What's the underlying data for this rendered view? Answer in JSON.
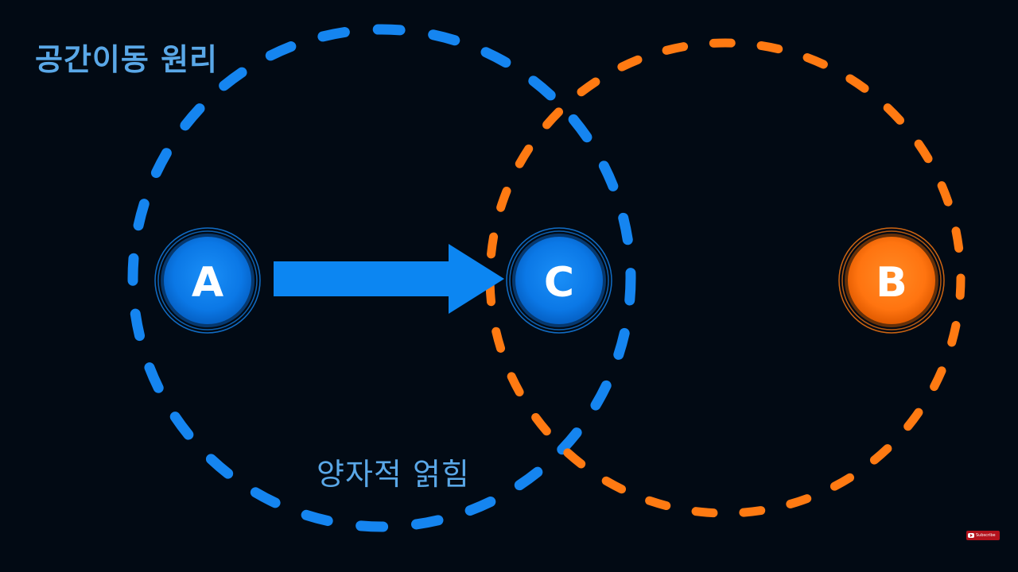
{
  "title": "공간이동 원리",
  "caption": "양자적 얽힘",
  "nodes": {
    "a": {
      "label": "A"
    },
    "c": {
      "label": "C"
    },
    "b": {
      "label": "B"
    }
  },
  "colors": {
    "background": "#020a14",
    "blue": "#1585f0",
    "orange": "#ff7a12",
    "text_blue": "#5aa8e8"
  },
  "subscribe": {
    "label": "Subscribe"
  }
}
